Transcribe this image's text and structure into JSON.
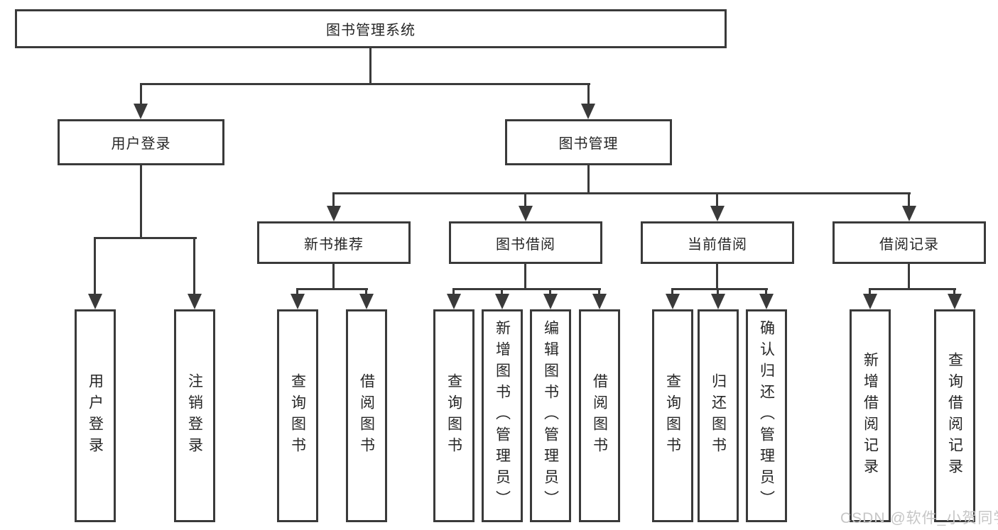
{
  "diagram": {
    "root": {
      "label": "图书管理系统"
    },
    "branches": [
      {
        "label": "用户登录",
        "children": [
          {
            "label": "用户登录"
          },
          {
            "label": "注销登录"
          }
        ]
      },
      {
        "label": "图书管理",
        "children": [
          {
            "label": "新书推荐",
            "children": [
              {
                "label": "查询图书"
              },
              {
                "label": "借阅图书"
              }
            ]
          },
          {
            "label": "图书借阅",
            "children": [
              {
                "label": "查询图书"
              },
              {
                "label": "新增图书（管理员）"
              },
              {
                "label": "编辑图书（管理员）"
              },
              {
                "label": "借阅图书"
              }
            ]
          },
          {
            "label": "当前借阅",
            "children": [
              {
                "label": "查询图书"
              },
              {
                "label": "归还图书"
              },
              {
                "label": "确认归还（管理员）"
              }
            ]
          },
          {
            "label": "借阅记录",
            "children": [
              {
                "label": "新增借阅记录"
              },
              {
                "label": "查询借阅记录"
              }
            ]
          }
        ]
      }
    ]
  },
  "watermark": {
    "text": "CSDN @软件_小贺同学"
  },
  "colors": {
    "line": "#3a3a3a",
    "text": "#262626",
    "background": "#ffffff",
    "watermark": "#c6c6c6"
  }
}
